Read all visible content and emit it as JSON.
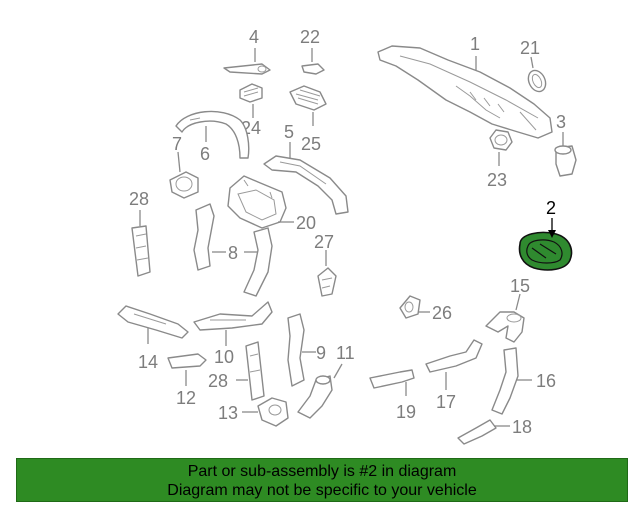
{
  "callouts": {
    "c1": "1",
    "c2": "2",
    "c3": "3",
    "c4": "4",
    "c5": "5",
    "c6": "6",
    "c7": "7",
    "c8": "8",
    "c9": "9",
    "c10": "10",
    "c11": "11",
    "c12": "12",
    "c13": "13",
    "c14": "14",
    "c15": "15",
    "c16": "16",
    "c17": "17",
    "c18": "18",
    "c20": "20",
    "c21": "21",
    "c22": "22",
    "c23": "23",
    "c24": "24",
    "c25": "25",
    "c26": "26",
    "c27": "27",
    "c28a": "28",
    "c28b": "28"
  },
  "highlight": {
    "part_number": "2",
    "color": "#2e8b23"
  },
  "banner": {
    "line1": "Part or sub-assembly is #2 in diagram",
    "line2": "Diagram may not be specific to your vehicle"
  }
}
